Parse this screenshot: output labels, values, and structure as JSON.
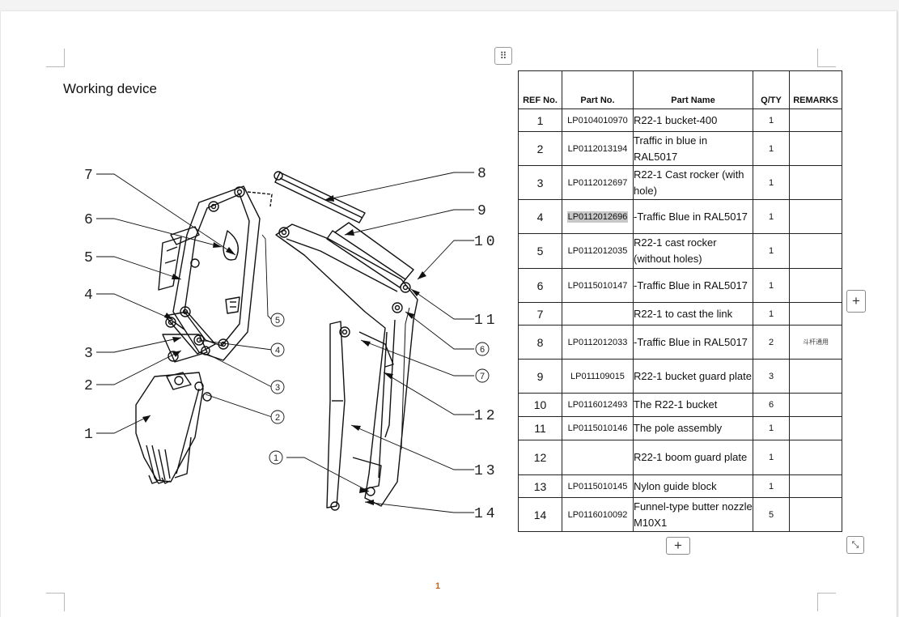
{
  "document": {
    "title": "Working device",
    "page_number": "1"
  },
  "table": {
    "headers": {
      "ref": "REF No.",
      "part_no": "Part No.",
      "part_name": "Part Name",
      "qty": "Q/TY",
      "remarks": "REMARKS"
    },
    "rows": [
      {
        "ref": "1",
        "part_no": "LP0104010970",
        "name": "R22-1 bucket-400",
        "qty": "1",
        "remarks": ""
      },
      {
        "ref": "2",
        "part_no": "LP0112013194",
        "name": "Traffic in blue in RAL5017",
        "qty": "1",
        "remarks": ""
      },
      {
        "ref": "3",
        "part_no": "LP0112012697",
        "name": "R22-1 Cast rocker (with hole)",
        "qty": "1",
        "remarks": ""
      },
      {
        "ref": "4",
        "part_no": "LP0112012696",
        "name": "-Traffic Blue in RAL5017",
        "qty": "1",
        "remarks": ""
      },
      {
        "ref": "5",
        "part_no": "LP0112012035",
        "name": "R22-1 cast rocker (without holes)",
        "qty": "1",
        "remarks": ""
      },
      {
        "ref": "6",
        "part_no": "LP0115010147",
        "name": "-Traffic Blue in RAL5017",
        "qty": "1",
        "remarks": ""
      },
      {
        "ref": "7",
        "part_no": "",
        "name": "R22-1 to cast the link",
        "qty": "1",
        "remarks": ""
      },
      {
        "ref": "8",
        "part_no": "LP0112012033",
        "name": "-Traffic Blue in RAL5017",
        "qty": "2",
        "remarks": "斗杆通用"
      },
      {
        "ref": "9",
        "part_no": "LP011109015",
        "name": "R22-1 bucket guard plate",
        "qty": "3",
        "remarks": ""
      },
      {
        "ref": "10",
        "part_no": "LP0116012493",
        "name": "The R22-1 bucket",
        "qty": "6",
        "remarks": ""
      },
      {
        "ref": "11",
        "part_no": "LP0115010146",
        "name": "The pole assembly",
        "qty": "1",
        "remarks": ""
      },
      {
        "ref": "12",
        "part_no": "",
        "name": "R22-1 boom guard plate",
        "qty": "1",
        "remarks": ""
      },
      {
        "ref": "13",
        "part_no": "LP0115010145",
        "name": "Nylon guide block",
        "qty": "1",
        "remarks": ""
      },
      {
        "ref": "14",
        "part_no": "LP0116010092",
        "name": "Funnel-type butter nozzle M10X1",
        "qty": "5",
        "remarks": ""
      }
    ]
  },
  "diagram": {
    "left_callouts": [
      "7",
      "6",
      "5",
      "4",
      "3",
      "2",
      "1"
    ],
    "right_callouts": [
      "8",
      "9",
      "10",
      "11",
      "6",
      "7",
      "12",
      "13",
      "14"
    ],
    "circled_callouts": [
      "5",
      "4",
      "3",
      "2",
      "6",
      "7",
      "1"
    ]
  },
  "controls": {
    "table_move_icon": "⠿",
    "add_row_icon": "+",
    "add_col_icon": "+",
    "resize_icon": "⤡"
  }
}
